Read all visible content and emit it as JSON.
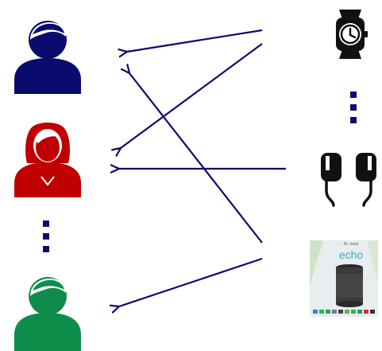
{
  "users": [
    {
      "id": "user-1",
      "color": "#0b0b6e"
    },
    {
      "id": "user-2",
      "color": "#c00000"
    },
    {
      "id": "user-3",
      "color": "#0e8c4a"
    }
  ],
  "devices": [
    {
      "id": "smartwatch",
      "icon": "smartwatch-icon"
    },
    {
      "id": "earbuds",
      "icon": "earbuds-icon"
    },
    {
      "id": "smart-speaker",
      "icon": "amazon-echo-icon"
    }
  ],
  "echo_image": {
    "brand_text": "echo",
    "small_text": "Hi, meet"
  },
  "arrow_color": "#0b0b6e",
  "ellipsis_color": "#0b0b6e"
}
